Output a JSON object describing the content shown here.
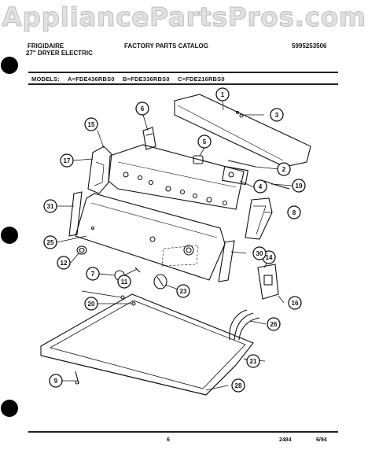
{
  "watermark": "AppliancePartsPros.com",
  "header": {
    "brand": "FRIGIDAIRE",
    "product": "27\" DRYER ELECTRIC",
    "catalog": "FACTORY PARTS CATALOG",
    "catalog_number": "5995253506"
  },
  "models": {
    "label": "MODELS:",
    "a": "A=FDE436RBS0",
    "b": "B=FDE336RBS0",
    "c": "C=FDE216RBS0"
  },
  "callouts": [
    "1",
    "2",
    "3",
    "4",
    "5",
    "6",
    "7",
    "8",
    "9",
    "11",
    "12",
    "14",
    "15",
    "16",
    "17",
    "19",
    "20",
    "21",
    "23",
    "25",
    "26",
    "28",
    "30",
    "31"
  ],
  "figure_number": "2484",
  "footer": {
    "page": "6",
    "date": "6/94"
  }
}
